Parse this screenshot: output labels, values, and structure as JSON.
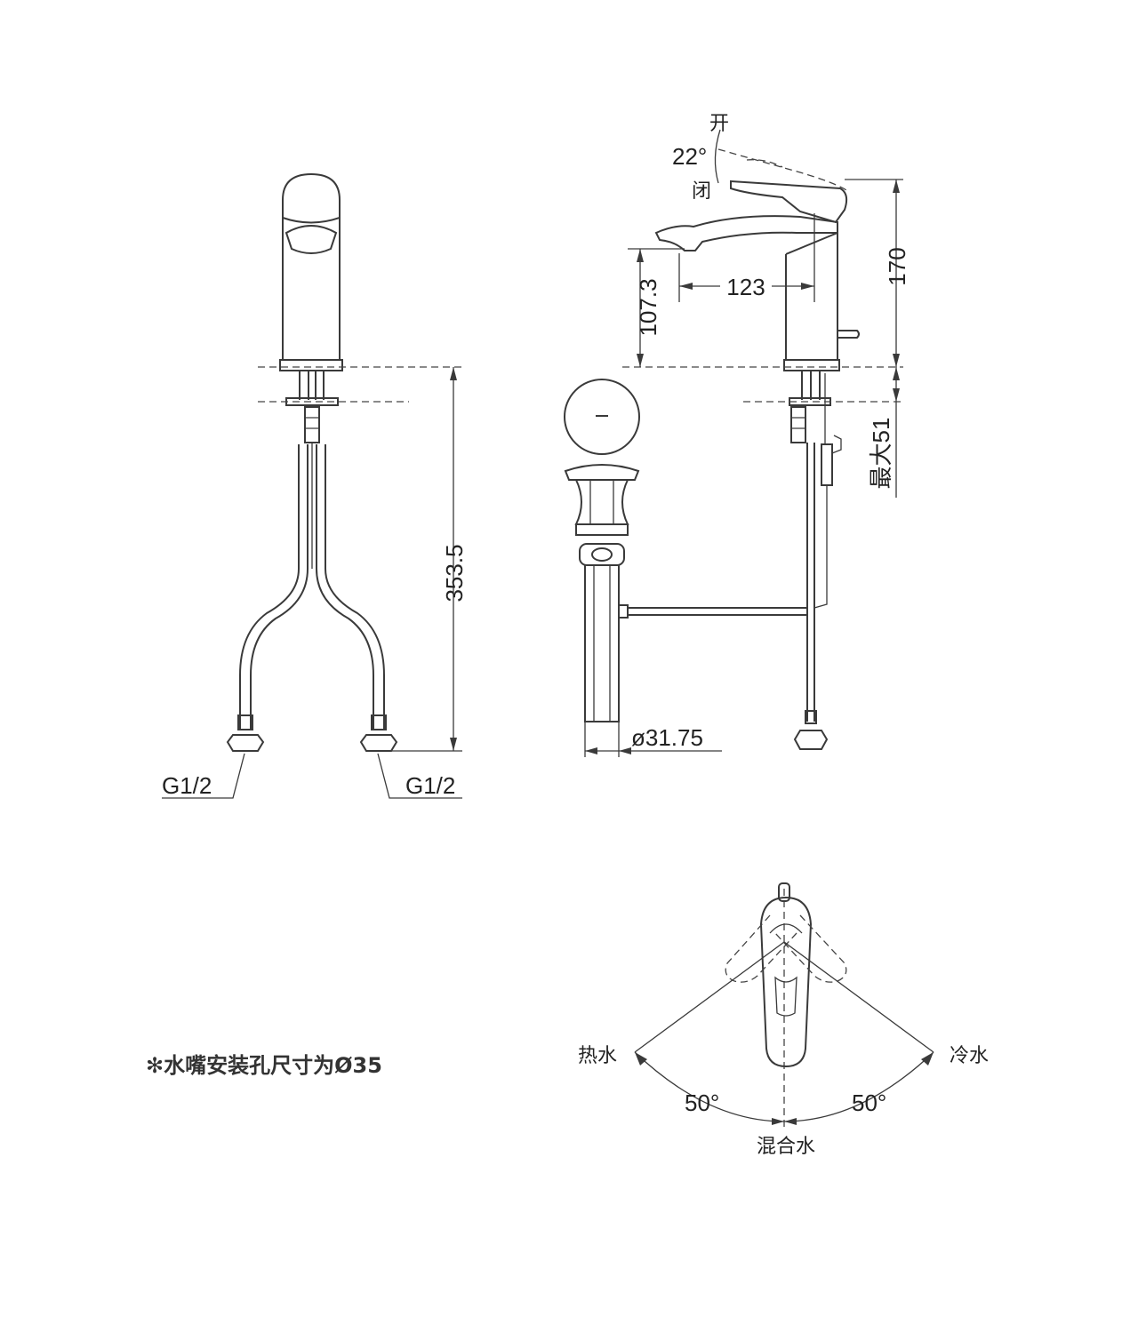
{
  "labels": {
    "open": "开",
    "open_angle": "22°",
    "closed": "闭",
    "spout_reach": "123",
    "spout_height": "107.3",
    "total_height": "170",
    "max_deck_thickness": "最大51",
    "hose_length": "353.5",
    "inlet_left": "G1/2",
    "inlet_right": "G1/2",
    "drain_diameter": "ø31.75",
    "install_note": "✻水嘴安装孔尺寸为Ø35",
    "hot_water": "热水",
    "cold_water": "冷水",
    "mixed_water": "混合水",
    "angle_hot": "50°",
    "angle_cold": "50°"
  }
}
